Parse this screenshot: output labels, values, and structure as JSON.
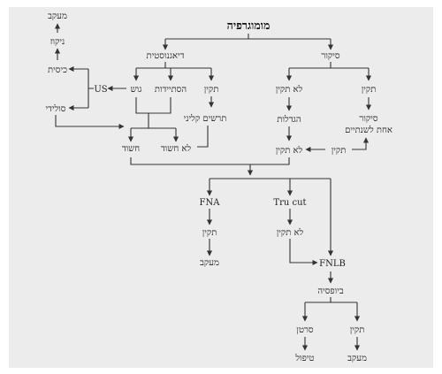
{
  "diagram": {
    "title": "מומוגרפיה",
    "colors": {
      "background": "#ececec",
      "line": "#333333",
      "text": "#222222"
    },
    "nodes": {
      "diagnostic": "דיאגנוסטית",
      "screening": "סיקור",
      "mass": "גוש",
      "calcifications": "הסתיידות",
      "normal_diag": "תקין",
      "us": "US",
      "cystic": "כיסית",
      "drainage": "ניקוז",
      "followup_top": "מעקב",
      "solid": "סולידי",
      "clinical_finding": "תרשים קליני",
      "not_suspicious": "לא חשוד",
      "suspicious": "חשוד",
      "not_normal_scr": "לא תקין",
      "normal_scr": "תקין",
      "enlargements": "הגדלות",
      "screening_two_years": "סיקור",
      "once_two_years": "אחת לשנתיים",
      "not_normal_2": "לא תקין",
      "normal_2": "תקין",
      "fna": "FNA",
      "trucut": "Tru cut",
      "normal_fna": "תקין",
      "followup_fna": "מעקב",
      "not_normal_tru": "לא תקין",
      "fnlb": "FNLB",
      "biopsy": "ביופסיה",
      "cancer": "סרטן",
      "treatment": "טיפול",
      "normal_biopsy": "תקין",
      "followup_biopsy": "מעקב"
    }
  }
}
